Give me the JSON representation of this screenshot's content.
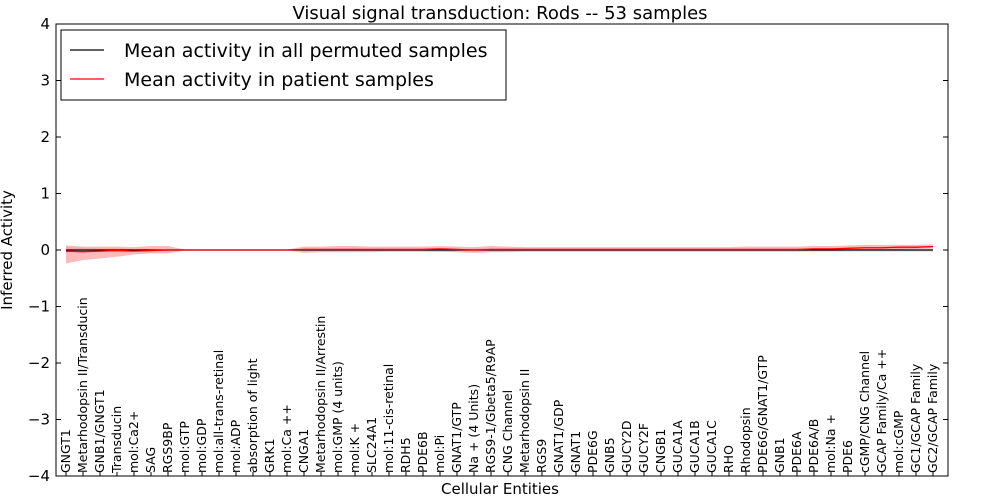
{
  "chart_data": {
    "type": "line",
    "title": "Visual signal transduction: Rods -- 53 samples",
    "xlabel": "Cellular Entities",
    "ylabel": "Inferred Activity",
    "ylim": [
      -4,
      4
    ],
    "yticks": [
      "4",
      "3",
      "2",
      "1",
      "0",
      "−1",
      "−2",
      "−3",
      "−4"
    ],
    "yticks_values": [
      4,
      3,
      2,
      1,
      0,
      -1,
      -2,
      -3,
      -4
    ],
    "categories": [
      "GNGT1",
      "Metarhodopsin II/Transducin",
      "GNB1/GNGT1",
      "Transducin",
      "mol:Ca2+",
      "SAG",
      "RGS9BP",
      "mol:GTP",
      "mol:GDP",
      "mol:all-trans-retinal",
      "mol:ADP",
      "absorption of light",
      "GRK1",
      "mol:Ca ++",
      "CNGA1",
      "Metarhodopsin II/Arrestin",
      "mol:GMP (4 units)",
      "mol:K +",
      "SLC24A1",
      "mol:11-cis-retinal",
      "RDH5",
      "PDE6B",
      "mol:Pi",
      "GNAT1/GTP",
      "Na + (4 Units)",
      "RGS9-1/Gbeta5/R9AP",
      "CNG Channel",
      "Metarhodopsin II",
      "RGS9",
      "GNAT1/GDP",
      "GNAT1",
      "PDE6G",
      "GNB5",
      "GUCY2D",
      "GUCY2F",
      "CNGB1",
      "GUCA1A",
      "GUCA1B",
      "GUCA1C",
      "RHO",
      "Rhodopsin",
      "PDE6G/GNAT1/GTP",
      "GNB1",
      "PDE6A",
      "PDE6A/B",
      "mol:Na +",
      "PDE6",
      "cGMP/CNG Channel",
      "GCAP Family/Ca ++",
      "mol:cGMP",
      "GC1/GCAP Family",
      "GC2/GCAP Family"
    ],
    "series": [
      {
        "name": "Mean activity in all permuted samples",
        "color": "#000000",
        "values": [
          0.0,
          0.0,
          0.0,
          0.0,
          0.0,
          0.0,
          0.0,
          0.0,
          0.0,
          0.0,
          0.0,
          0.0,
          0.0,
          0.0,
          0.0,
          0.0,
          0.0,
          0.0,
          0.0,
          0.0,
          0.0,
          0.0,
          0.0,
          0.0,
          0.0,
          0.0,
          0.0,
          0.0,
          0.0,
          0.0,
          0.0,
          0.0,
          0.0,
          0.0,
          0.0,
          0.0,
          0.0,
          0.0,
          0.0,
          0.0,
          0.0,
          0.0,
          0.0,
          0.0,
          0.0,
          0.0,
          0.0,
          0.0,
          0.0,
          0.0,
          0.0,
          0.0
        ],
        "band_low": [
          -0.05,
          -0.04,
          -0.03,
          -0.03,
          -0.02,
          -0.02,
          -0.02,
          -0.01,
          -0.01,
          -0.01,
          -0.01,
          -0.01,
          -0.01,
          -0.01,
          -0.02,
          -0.02,
          -0.02,
          -0.02,
          -0.02,
          -0.02,
          -0.02,
          -0.02,
          -0.02,
          -0.02,
          -0.03,
          -0.03,
          -0.02,
          -0.02,
          -0.02,
          -0.02,
          -0.02,
          -0.02,
          -0.02,
          -0.02,
          -0.02,
          -0.02,
          -0.02,
          -0.02,
          -0.02,
          -0.02,
          -0.02,
          -0.02,
          -0.02,
          -0.02,
          -0.03,
          -0.03,
          -0.03,
          -0.03,
          -0.03,
          -0.03,
          -0.03,
          -0.03
        ],
        "band_high": [
          0.05,
          0.04,
          0.03,
          0.03,
          0.02,
          0.02,
          0.02,
          0.01,
          0.01,
          0.01,
          0.01,
          0.01,
          0.01,
          0.01,
          0.02,
          0.02,
          0.02,
          0.02,
          0.02,
          0.02,
          0.02,
          0.02,
          0.02,
          0.02,
          0.03,
          0.03,
          0.02,
          0.02,
          0.02,
          0.02,
          0.02,
          0.02,
          0.02,
          0.02,
          0.02,
          0.02,
          0.02,
          0.02,
          0.02,
          0.02,
          0.02,
          0.02,
          0.02,
          0.02,
          0.03,
          0.03,
          0.03,
          0.03,
          0.03,
          0.03,
          0.03,
          0.03
        ]
      },
      {
        "name": "Mean activity in patient samples",
        "color": "#ff0000",
        "values": [
          -0.02,
          -0.03,
          -0.02,
          -0.01,
          -0.02,
          -0.01,
          0.0,
          0.0,
          0.0,
          0.0,
          0.0,
          0.0,
          0.0,
          0.0,
          0.01,
          0.01,
          0.01,
          0.01,
          0.01,
          0.01,
          0.01,
          0.01,
          0.02,
          0.01,
          0.0,
          0.01,
          0.01,
          0.01,
          0.01,
          0.01,
          0.01,
          0.01,
          0.01,
          0.01,
          0.01,
          0.01,
          0.01,
          0.01,
          0.01,
          0.01,
          0.01,
          0.01,
          0.01,
          0.01,
          0.02,
          0.02,
          0.03,
          0.04,
          0.04,
          0.05,
          0.05,
          0.06
        ],
        "band_low": [
          -0.24,
          -0.18,
          -0.15,
          -0.12,
          -0.08,
          -0.06,
          -0.06,
          -0.01,
          -0.01,
          -0.01,
          -0.01,
          -0.01,
          -0.01,
          -0.01,
          -0.05,
          -0.04,
          -0.04,
          -0.04,
          -0.04,
          -0.03,
          -0.03,
          -0.03,
          -0.03,
          -0.04,
          -0.05,
          -0.04,
          -0.04,
          -0.03,
          -0.03,
          -0.03,
          -0.03,
          -0.03,
          -0.03,
          -0.03,
          -0.03,
          -0.03,
          -0.03,
          -0.03,
          -0.03,
          -0.03,
          -0.03,
          -0.03,
          -0.03,
          -0.03,
          -0.02,
          -0.02,
          -0.01,
          0.0,
          0.0,
          0.01,
          0.02,
          0.03
        ],
        "band_high": [
          0.08,
          0.06,
          0.06,
          0.06,
          0.05,
          0.07,
          0.07,
          0.01,
          0.01,
          0.01,
          0.01,
          0.01,
          0.01,
          0.01,
          0.06,
          0.06,
          0.07,
          0.07,
          0.06,
          0.06,
          0.06,
          0.06,
          0.07,
          0.06,
          0.05,
          0.07,
          0.06,
          0.05,
          0.05,
          0.05,
          0.05,
          0.05,
          0.05,
          0.05,
          0.05,
          0.05,
          0.05,
          0.05,
          0.05,
          0.05,
          0.06,
          0.06,
          0.06,
          0.06,
          0.07,
          0.07,
          0.08,
          0.09,
          0.09,
          0.09,
          0.09,
          0.1
        ]
      }
    ],
    "legend": {
      "placement": "top-left",
      "entries": [
        "Mean activity in all permuted samples",
        "Mean activity in patient samples"
      ]
    },
    "grid": false
  },
  "colors": {
    "permuted_band": "#cccccc",
    "patient_band": "#ff8080",
    "baseline": "#000000"
  }
}
